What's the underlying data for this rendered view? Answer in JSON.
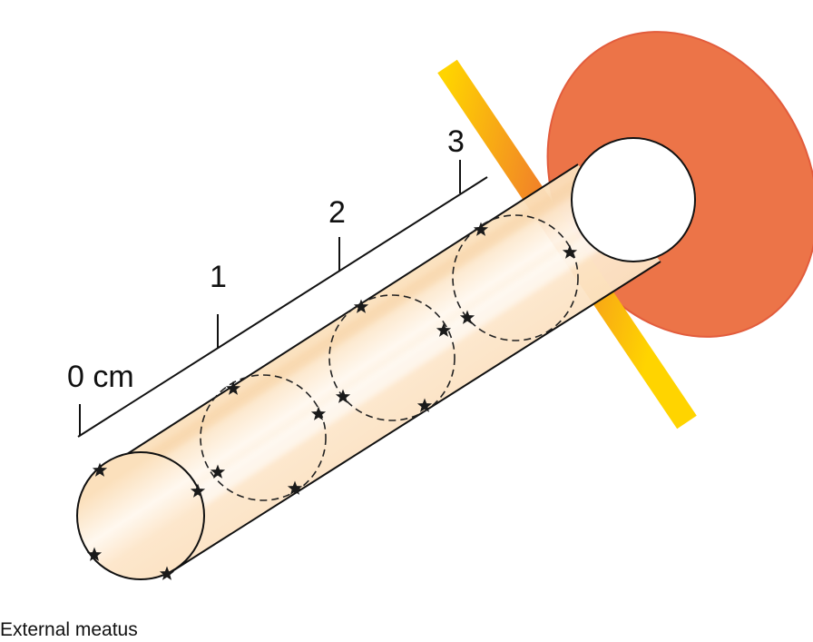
{
  "diagram": {
    "scale": {
      "ticks": [
        "0 cm",
        "1",
        "2",
        "3"
      ]
    },
    "caption": "External meatus",
    "colors": {
      "tympanic_membrane": "#ec7448",
      "membrane_edge": "#e25c3c",
      "ring_outer": "#e84a24",
      "ring_inner": "#ffd400",
      "canal_tint": "#fbe3c4",
      "outline": "#111111",
      "marker": "#1a1a1a"
    },
    "markers": {
      "shape": "star",
      "count": 15
    }
  }
}
